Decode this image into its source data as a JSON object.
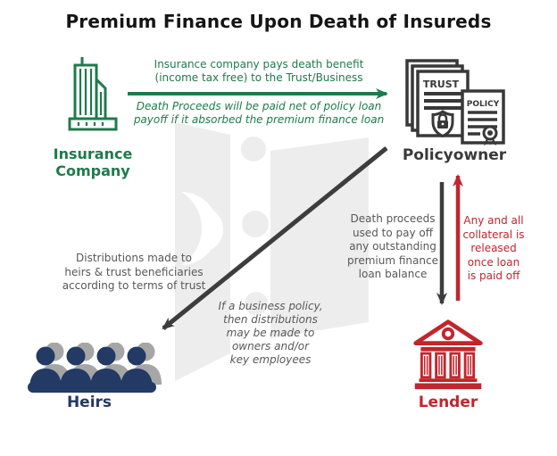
{
  "title": "Premium Finance Upon Death of Insureds",
  "colors": {
    "green": "#1E7B4B",
    "red": "#C2252E",
    "navy": "#223A64",
    "icon_dark": "#383838",
    "gray_text": "#58585A",
    "watermark_gray": "#EDEDED"
  },
  "nodes": {
    "insurance": {
      "label": "Insurance\nCompany",
      "icon": "office-building-icon"
    },
    "policyowner": {
      "label": "Policyowner",
      "icon": "trust-policy-documents-icon",
      "doc_trust": "TRUST",
      "doc_policy": "POLICY"
    },
    "heirs": {
      "label": "Heirs",
      "icon": "people-group-icon"
    },
    "lender": {
      "label": "Lender",
      "icon": "bank-building-icon"
    }
  },
  "flows": {
    "death_benefit": {
      "from": "Insurance Company",
      "to": "Policyowner",
      "color": "#1E7B4B",
      "label": "Insurance company pays death benefit\n(income tax free) to the Trust/Business",
      "note": "Death Proceeds will be paid net of policy loan\npayoff if it absorbed the premium finance loan"
    },
    "distributions": {
      "from": "Policyowner",
      "to": "Heirs",
      "color": "#3D3D3D",
      "label": "Distributions made to\nheirs & trust beneficiaries\naccording to terms of trust",
      "note": "If a business policy,\nthen distributions\nmay be made to\nowners and/or\nkey employees"
    },
    "loan_payoff": {
      "from": "Policyowner",
      "to": "Lender",
      "color": "#3D3D3D",
      "label": "Death proceeds\nused to pay off\nany outstanding\npremium finance\nloan balance"
    },
    "collateral_release": {
      "from": "Lender",
      "to": "Policyowner",
      "color": "#C2252E",
      "label": "Any and all\ncollateral is\nreleased\nonce loan\nis paid off"
    }
  }
}
